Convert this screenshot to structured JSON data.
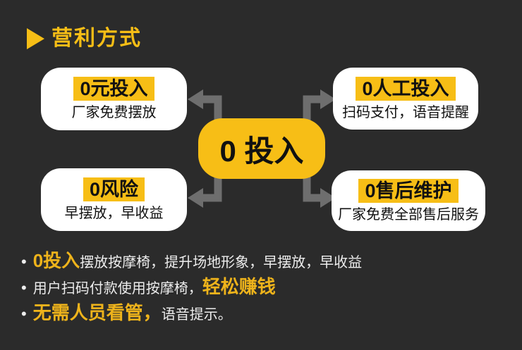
{
  "colors": {
    "background": "#2b2b2b",
    "accent": "#f7be16",
    "arrow": "#6e6e6e",
    "node_bg": "#ffffff",
    "dark_text": "#111111",
    "light_text": "#ededed"
  },
  "header": {
    "title": "营利方式"
  },
  "diagram": {
    "center_label": "0 投入",
    "nodes": [
      {
        "title": "0元投入",
        "subtitle": "厂家免费摆放"
      },
      {
        "title": "0人工投入",
        "subtitle": "扫码支付，语音提醒"
      },
      {
        "title": "0风险",
        "subtitle": "早摆放，早收益"
      },
      {
        "title": "0售后维护",
        "subtitle": "厂家免费全部售后服务"
      }
    ]
  },
  "bullets": [
    {
      "dot": "•",
      "pre": "",
      "highlight": "0投入",
      "post": "摆放按摩椅，提升场地形象，早摆放，早收益"
    },
    {
      "dot": "•",
      "pre": "用户扫码付款使用按摩椅，",
      "highlight": "轻松赚钱",
      "post": ""
    },
    {
      "dot": "•",
      "pre": "",
      "highlight": "无需人员看管，",
      "post": "语音提示。"
    }
  ]
}
